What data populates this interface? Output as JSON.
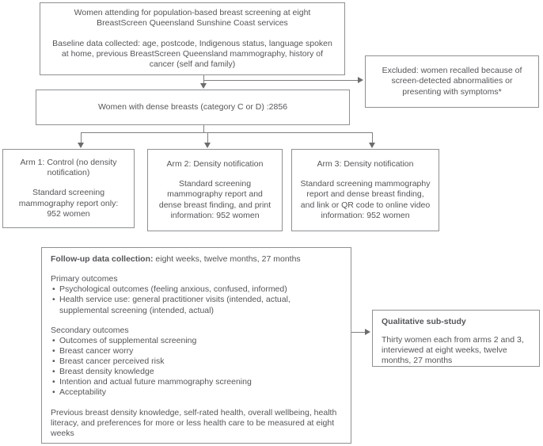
{
  "colors": {
    "background": "#ffffff",
    "box_border": "#8e9093",
    "connector_line": "#7e8083",
    "arrowhead": "#6b6c6e",
    "text": "#55565a"
  },
  "boxes": {
    "intake": {
      "paragraph1": "Women attending for population-based breast screening at eight BreastScreen Queensland Sunshine Coast services",
      "paragraph2": "Baseline data collected:  age, postcode, Indigenous status, language spoken at home, previous BreastScreen Queensland mammography, history of cancer (self and family)"
    },
    "excluded": {
      "text": "Excluded: women recalled because of screen-detected abnormalities or presenting with symptoms*"
    },
    "dense": {
      "text": "Women with dense breasts (category C or D) :2856"
    },
    "arms": [
      {
        "title": "Arm 1: Control (no density notification)",
        "body": "Standard screening mammography report only: 952 women"
      },
      {
        "title": "Arm 2: Density notification",
        "body": "Standard screening mammography report and dense breast finding, and print information: 952 women"
      },
      {
        "title": "Arm 3: Density notification",
        "body": "Standard screening mammography report and dense breast finding, and link or QR code to online video information: 952 women"
      }
    ],
    "followup": {
      "heading_bold": "Follow-up data collection:",
      "heading_rest": " eight weeks, twelve months, 27 months",
      "primary": {
        "title": "Primary outcomes",
        "items": [
          "Psychological outcomes (feeling anxious, confused, informed)",
          "Health service use: general practitioner visits (intended, actual, supplemental screening (intended, actual)"
        ]
      },
      "secondary": {
        "title": "Secondary outcomes",
        "items": [
          "Outcomes of supplemental screening",
          "Breast cancer worry",
          "Breast cancer perceived risk",
          "Breast density knowledge",
          "Intention and actual future mammography screening",
          "Acceptability"
        ]
      },
      "footer": "Previous breast density knowledge, self-rated health, overall wellbeing, health literacy, and preferences for more or less health care to be measured at eight weeks"
    },
    "qualitative": {
      "title": "Qualitative sub-study",
      "body": "Thirty women each from arms 2 and 3, interviewed at eight weeks, twelve months, 27 months"
    }
  }
}
